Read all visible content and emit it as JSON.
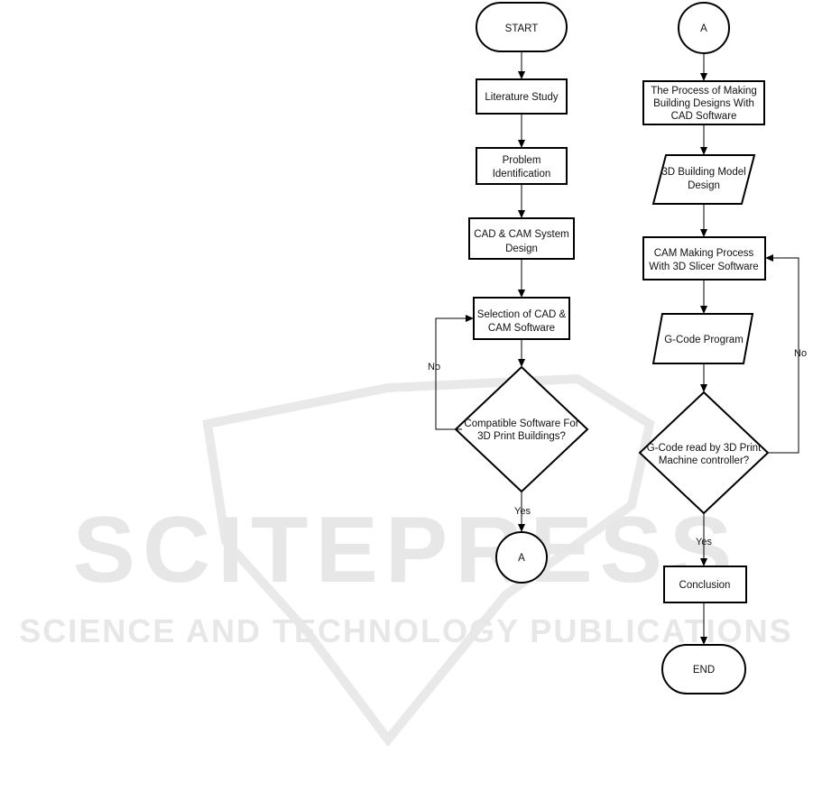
{
  "watermark": {
    "title": "SCITEPRESS",
    "subtitle": "SCIENCE AND TECHNOLOGY PUBLICATIONS"
  },
  "flowchart": {
    "left": {
      "start": "START",
      "literature": "Literature Study",
      "problem": [
        "Problem",
        "Identification"
      ],
      "system_design": [
        "CAD & CAM System",
        "Design"
      ],
      "selection": [
        "Selection of CAD &",
        "CAM Software"
      ],
      "decision": [
        "Compatible Software For",
        "3D Print Buildings?"
      ],
      "no_label": "No",
      "yes_label": "Yes",
      "connector": "A"
    },
    "right": {
      "connector": "A",
      "cad_process": [
        "The Process of Making",
        "Building Designs With",
        "CAD Software"
      ],
      "model_design": [
        "3D Building Model",
        "Design"
      ],
      "cam_process": [
        "CAM Making Process",
        "With 3D Slicer Software"
      ],
      "gcode": "G-Code Program",
      "decision": [
        "G-Code read by 3D Print",
        "Machine controller?"
      ],
      "no_label": "No",
      "yes_label": "Yes",
      "conclusion": "Conclusion",
      "end": "END"
    }
  }
}
